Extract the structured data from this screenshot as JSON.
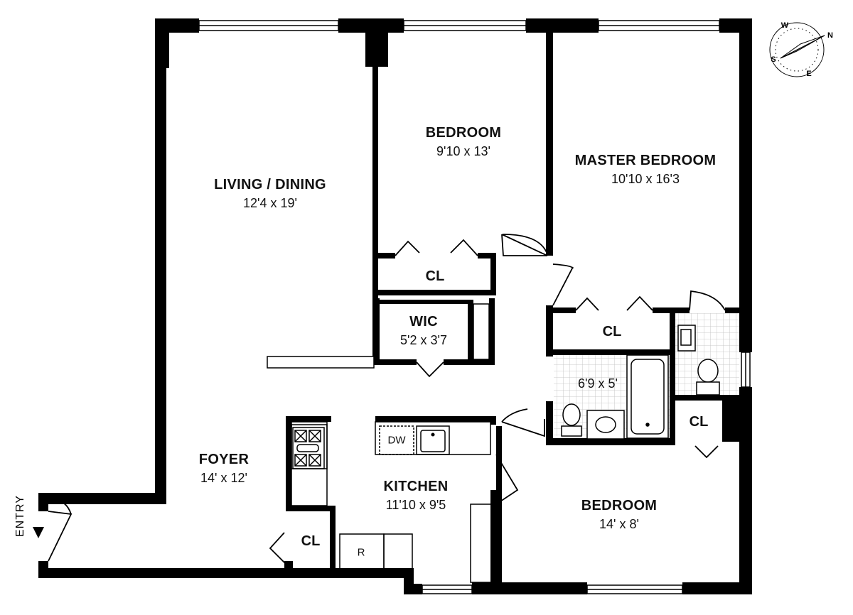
{
  "rooms": {
    "living_dining": {
      "name": "LIVING / DINING",
      "dims": "12'4 x 19'"
    },
    "bedroom_top": {
      "name": "BEDROOM",
      "dims": "9'10 x 13'"
    },
    "master_bedroom": {
      "name": "MASTER BEDROOM",
      "dims": "10'10 x 16'3"
    },
    "wic": {
      "name": "WIC",
      "dims": "5'2 x 3'7"
    },
    "foyer": {
      "name": "FOYER",
      "dims": "14' x 12'"
    },
    "kitchen": {
      "name": "KITCHEN",
      "dims": "11'10 x 9'5"
    },
    "bedroom_bottom": {
      "name": "BEDROOM",
      "dims": "14' x 8'"
    },
    "bath": {
      "dims": "6'9 x 5'"
    }
  },
  "closets": {
    "cl_bedroom": "CL",
    "cl_master": "CL",
    "cl_bath": "CL",
    "cl_foyer": "CL"
  },
  "fixtures": {
    "dishwasher": "DW",
    "refrigerator": "R"
  },
  "entry": {
    "label": "ENTRY"
  },
  "compass": {
    "n": "N",
    "s": "S",
    "e": "E",
    "w": "W"
  },
  "colors": {
    "wall": "#000000",
    "tile": "#cfcfcf",
    "window": "#ffffff"
  }
}
